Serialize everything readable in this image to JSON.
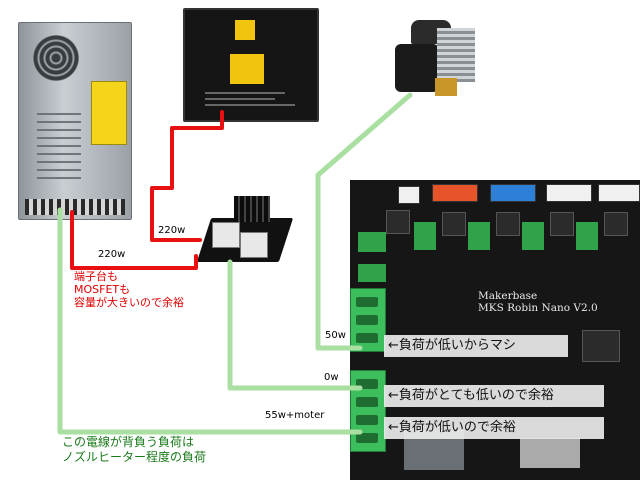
{
  "labels": {
    "w220_top": "220w",
    "w220_mid": "220w",
    "w50": "50w",
    "w0": "0w",
    "w55": "55w+moter",
    "note_red": [
      "端子台も",
      "MOSFETも",
      "容量が大きいので余裕"
    ],
    "note_green": [
      "この電線が背負う負荷は",
      "ノズルヒーター程度の負荷"
    ]
  },
  "banners": {
    "low_easy": "←負荷が低いからマシ",
    "very_low": "←負荷がとても低いので余裕",
    "low": "←負荷が低いので余裕"
  },
  "board_text": [
    "Makerbase",
    "MKS Robin Nano V2.0"
  ],
  "colors": {
    "wire_red": "#e81010",
    "wire_green": "#a9dfa0",
    "terminal_green": "#3cbe5c"
  }
}
